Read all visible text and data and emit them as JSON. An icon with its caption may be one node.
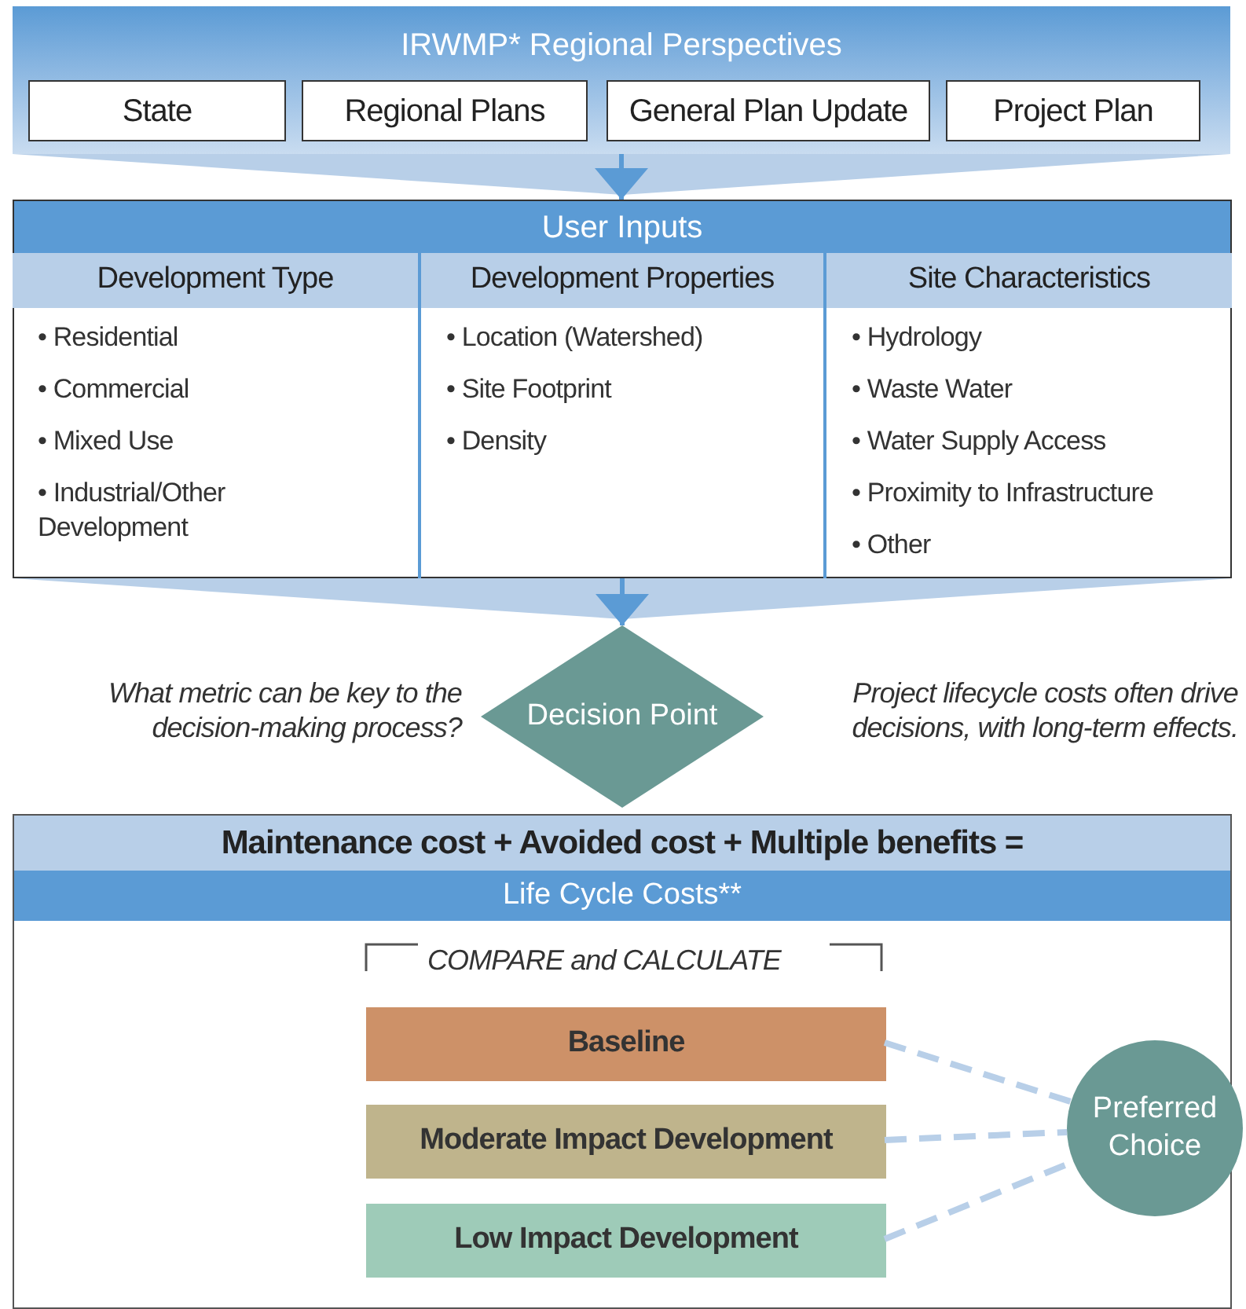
{
  "diagram": {
    "nodes": [
      {
        "text": [
          "IRWMP* Regional Perspectives"
        ]
      },
      {
        "text": [
          "State"
        ],
        "in": 0
      },
      {
        "text": [
          "Regional Plans"
        ],
        "in": 0
      },
      {
        "text": [
          "General Plan Update"
        ],
        "in": 0
      },
      {
        "text": [
          "Project Plan"
        ],
        "in": 0
      },
      {
        "text": [
          "User Inputs"
        ]
      },
      {
        "text": [
          "Development Type",
          "• Residential",
          "• Commercial",
          "• Mixed Use",
          "• Industrial/Other Development"
        ],
        "in": 5
      },
      {
        "text": [
          "Development Properties",
          "• Location (Watershed)",
          "• Site Footprint",
          "• Density"
        ],
        "in": 5
      },
      {
        "text": [
          "Site Characteristics",
          "• Hydrology",
          "• Waste Water",
          "• Water Supply Access",
          "• Proximity to Infrastructure",
          "• Other"
        ],
        "in": 5
      },
      {
        "text": [
          "Decision Point"
        ],
        "beside": [
          "What metric can be key to the decision-making process?",
          "Project lifecycle costs often drive decisions, with long-term effects."
        ]
      },
      {
        "text": [
          "Maintenance cost + Avoided cost + Multiple benefits =",
          "Life Cycle Costs**"
        ]
      },
      {
        "text": [
          "Baseline"
        ],
        "in": 10
      },
      {
        "text": [
          "Moderate Impact Development"
        ],
        "in": 10
      },
      {
        "text": [
          "Low Impact Development"
        ],
        "in": 10
      },
      {
        "text": [
          "Preferred Choice"
        ]
      }
    ],
    "edges": [
      {
        "from": 0,
        "to": 5,
        "arrow": "to",
        "color": "#5b9bd5"
      },
      {
        "from": 5,
        "to": 9,
        "arrow": "to",
        "color": "#5b9bd5"
      },
      {
        "from": 11,
        "to": 14,
        "arrow": "none",
        "style": "dashed",
        "color": "#b8cfe8"
      },
      {
        "from": 12,
        "to": 14,
        "arrow": "none",
        "style": "dashed",
        "color": "#b8cfe8"
      },
      {
        "from": 13,
        "to": 14,
        "arrow": "none",
        "style": "dashed",
        "color": "#b8cfe8"
      }
    ],
    "labels": [
      "COMPARE and CALCULATE"
    ]
  }
}
